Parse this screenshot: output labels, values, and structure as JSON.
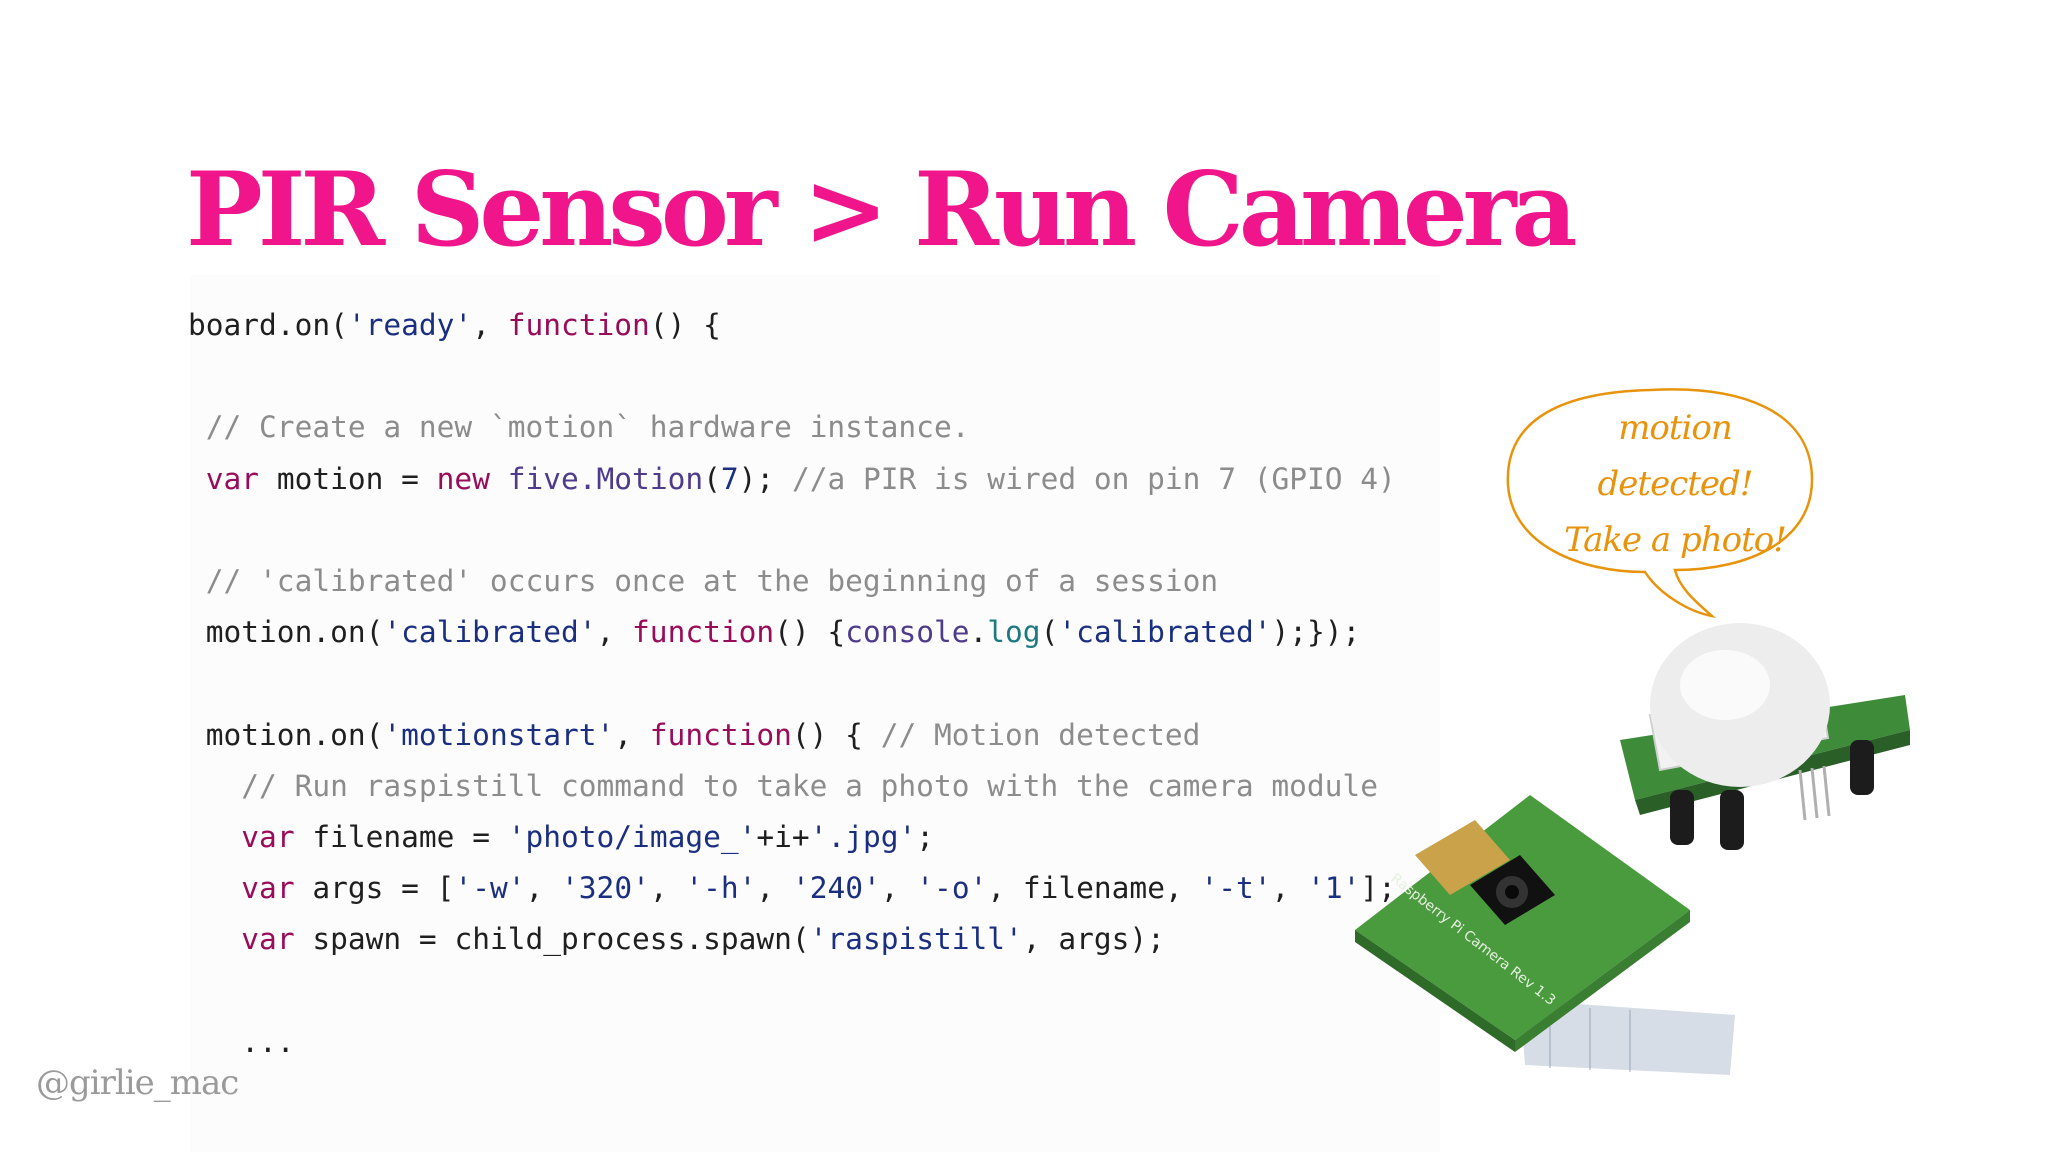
{
  "slide": {
    "title": "PIR Sensor > Run Camera",
    "handle": "@girlie_mac",
    "accent_color": "#f0158a"
  },
  "bubble": {
    "line1": "motion detected!",
    "line2": "Take a photo!",
    "color": "#e8930c"
  },
  "camera_label": "Raspberry Pi Camera Rev 1.3",
  "code_lines": [
    [
      {
        "t": "board.on(",
        "c": ""
      },
      {
        "t": "'ready'",
        "c": "str"
      },
      {
        "t": ", ",
        "c": ""
      },
      {
        "t": "function",
        "c": "kw"
      },
      {
        "t": "() {",
        "c": ""
      }
    ],
    [],
    [
      {
        "t": " // Create a new `motion` hardware instance.",
        "c": "com"
      }
    ],
    [
      {
        "t": " ",
        "c": ""
      },
      {
        "t": "var",
        "c": "kw"
      },
      {
        "t": " motion = ",
        "c": ""
      },
      {
        "t": "new",
        "c": "kw"
      },
      {
        "t": " ",
        "c": ""
      },
      {
        "t": "five.Motion",
        "c": "fn"
      },
      {
        "t": "(",
        "c": ""
      },
      {
        "t": "7",
        "c": "num"
      },
      {
        "t": "); ",
        "c": ""
      },
      {
        "t": "//a PIR is wired on pin 7 (GPIO 4)",
        "c": "com"
      }
    ],
    [],
    [
      {
        "t": " // 'calibrated' occurs once at the beginning of a session",
        "c": "com"
      }
    ],
    [
      {
        "t": " motion.on(",
        "c": ""
      },
      {
        "t": "'calibrated'",
        "c": "str"
      },
      {
        "t": ", ",
        "c": ""
      },
      {
        "t": "function",
        "c": "kw"
      },
      {
        "t": "() {",
        "c": ""
      },
      {
        "t": "console",
        "c": "fn"
      },
      {
        "t": ".",
        "c": ""
      },
      {
        "t": "log",
        "c": "log"
      },
      {
        "t": "(",
        "c": ""
      },
      {
        "t": "'calibrated'",
        "c": "str"
      },
      {
        "t": ");});",
        "c": ""
      }
    ],
    [],
    [
      {
        "t": " motion.on(",
        "c": ""
      },
      {
        "t": "'motionstart'",
        "c": "str"
      },
      {
        "t": ", ",
        "c": ""
      },
      {
        "t": "function",
        "c": "kw"
      },
      {
        "t": "() { ",
        "c": ""
      },
      {
        "t": "// Motion detected",
        "c": "com"
      }
    ],
    [
      {
        "t": "   // Run raspistill command to take a photo with the camera module",
        "c": "com"
      }
    ],
    [
      {
        "t": "   ",
        "c": ""
      },
      {
        "t": "var",
        "c": "kw"
      },
      {
        "t": " filename = ",
        "c": ""
      },
      {
        "t": "'photo/image_'",
        "c": "str"
      },
      {
        "t": "+i+",
        "c": ""
      },
      {
        "t": "'.jpg'",
        "c": "str"
      },
      {
        "t": ";",
        "c": ""
      }
    ],
    [
      {
        "t": "   ",
        "c": ""
      },
      {
        "t": "var",
        "c": "kw"
      },
      {
        "t": " args = [",
        "c": ""
      },
      {
        "t": "'-w'",
        "c": "str"
      },
      {
        "t": ", ",
        "c": ""
      },
      {
        "t": "'320'",
        "c": "str"
      },
      {
        "t": ", ",
        "c": ""
      },
      {
        "t": "'-h'",
        "c": "str"
      },
      {
        "t": ", ",
        "c": ""
      },
      {
        "t": "'240'",
        "c": "str"
      },
      {
        "t": ", ",
        "c": ""
      },
      {
        "t": "'-o'",
        "c": "str"
      },
      {
        "t": ", filename, ",
        "c": ""
      },
      {
        "t": "'-t'",
        "c": "str"
      },
      {
        "t": ", ",
        "c": ""
      },
      {
        "t": "'1'",
        "c": "str"
      },
      {
        "t": "];",
        "c": ""
      }
    ],
    [
      {
        "t": "   ",
        "c": ""
      },
      {
        "t": "var",
        "c": "kw"
      },
      {
        "t": " spawn = child_process.spawn(",
        "c": ""
      },
      {
        "t": "'raspistill'",
        "c": "str"
      },
      {
        "t": ", args);",
        "c": ""
      }
    ],
    [],
    [
      {
        "t": "   ...",
        "c": ""
      }
    ]
  ]
}
